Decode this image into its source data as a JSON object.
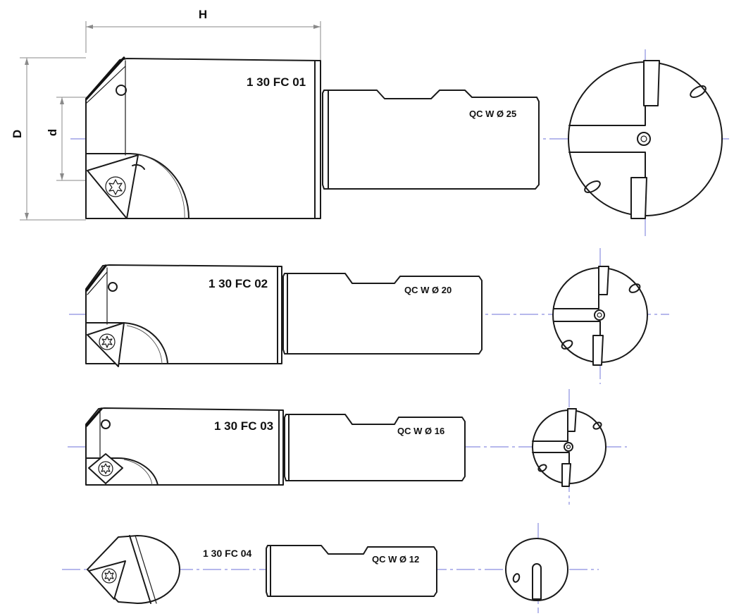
{
  "dimensions": {
    "H": "H",
    "D": "D",
    "d": "d"
  },
  "tools": [
    {
      "code": "1 30 FC 01",
      "shank": "QC W Ø 25"
    },
    {
      "code": "1 30 FC 02",
      "shank": "QC W Ø 20"
    },
    {
      "code": "1 30 FC 03",
      "shank": "QC W Ø 16"
    },
    {
      "code": "1 30 FC 04",
      "shank": "QC W Ø 12"
    }
  ],
  "colors": {
    "line": "#1a1a1a",
    "centerline": "#8a8ee0",
    "dimension": "#8a8a8a"
  }
}
